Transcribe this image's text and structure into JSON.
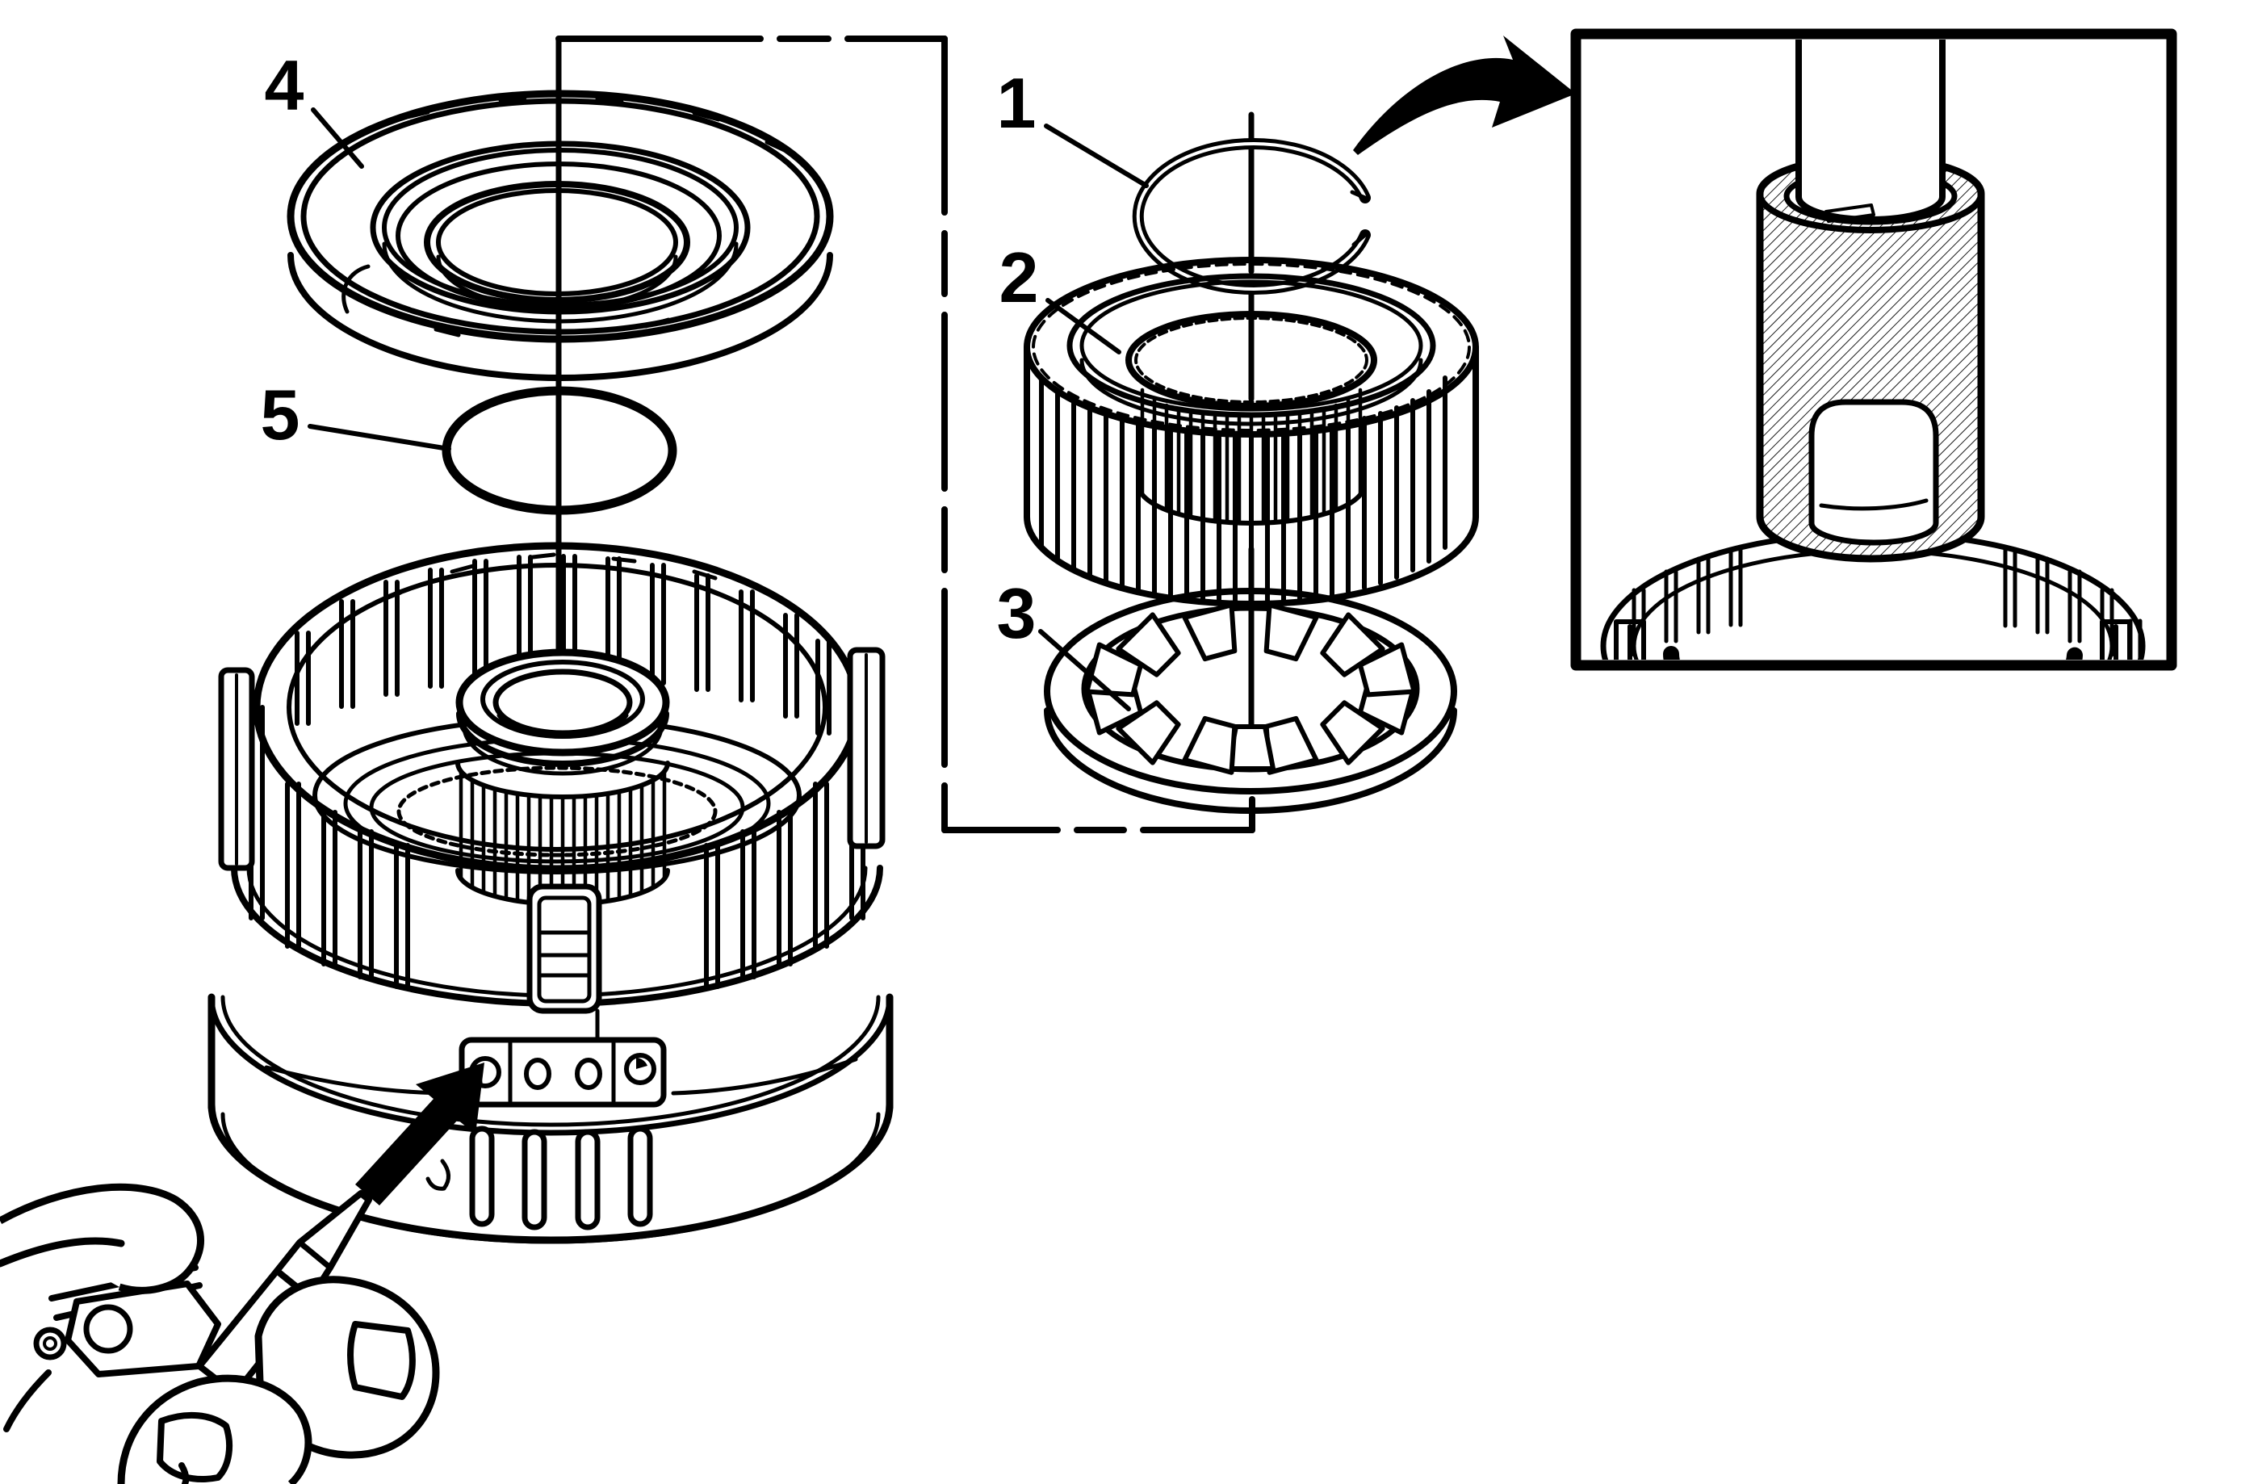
{
  "figure": {
    "type": "exploded-view-technical-illustration",
    "background_color": "#ffffff",
    "line_color": "#000000"
  },
  "callouts": [
    {
      "label": "1",
      "target": "snap-ring"
    },
    {
      "label": "2",
      "target": "geared-hub"
    },
    {
      "label": "3",
      "target": "spring-washer"
    },
    {
      "label": "4",
      "target": "seal-assembly"
    },
    {
      "label": "5",
      "target": "o-ring"
    }
  ]
}
